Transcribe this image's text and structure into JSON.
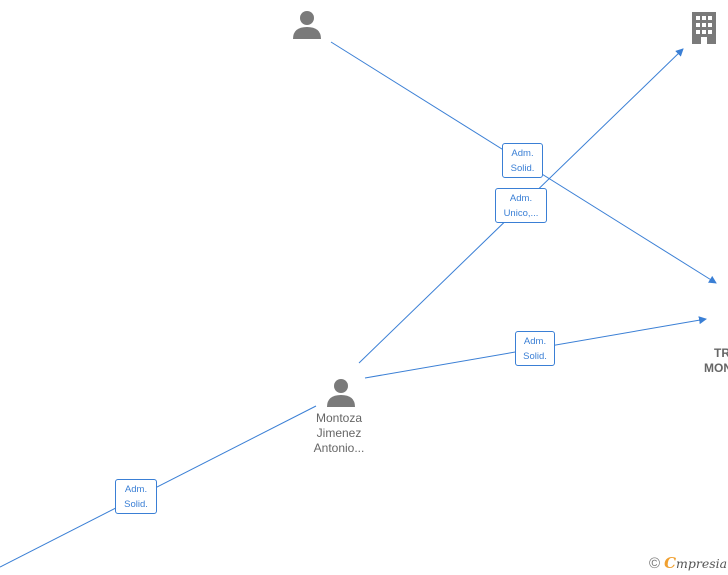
{
  "nodes": {
    "person_top": {
      "icon": "person-icon"
    },
    "company_top": {
      "icon": "building-icon",
      "name_fragment": ""
    },
    "person_center": {
      "icon": "person-icon",
      "name_lines": [
        "Montoza",
        "Jimenez",
        "Antonio..."
      ]
    },
    "company_right": {
      "name_lines": [
        "TR",
        "MON"
      ]
    }
  },
  "edge_labels": {
    "top_right": [
      "Adm.",
      "Solid."
    ],
    "center_to_top": [
      "Adm.",
      "Unico,..."
    ],
    "center_to_right": [
      "Adm.",
      "Solid."
    ],
    "bottom_left": [
      "Adm.",
      "Solid."
    ]
  },
  "footer": {
    "copyright": "©",
    "brand_initial": "C",
    "brand_rest": "mpresia"
  },
  "colors": {
    "edge": "#3a7fd5",
    "icon": "#7a7a7a",
    "label": "#666666",
    "brand_accent": "#f0a030"
  }
}
